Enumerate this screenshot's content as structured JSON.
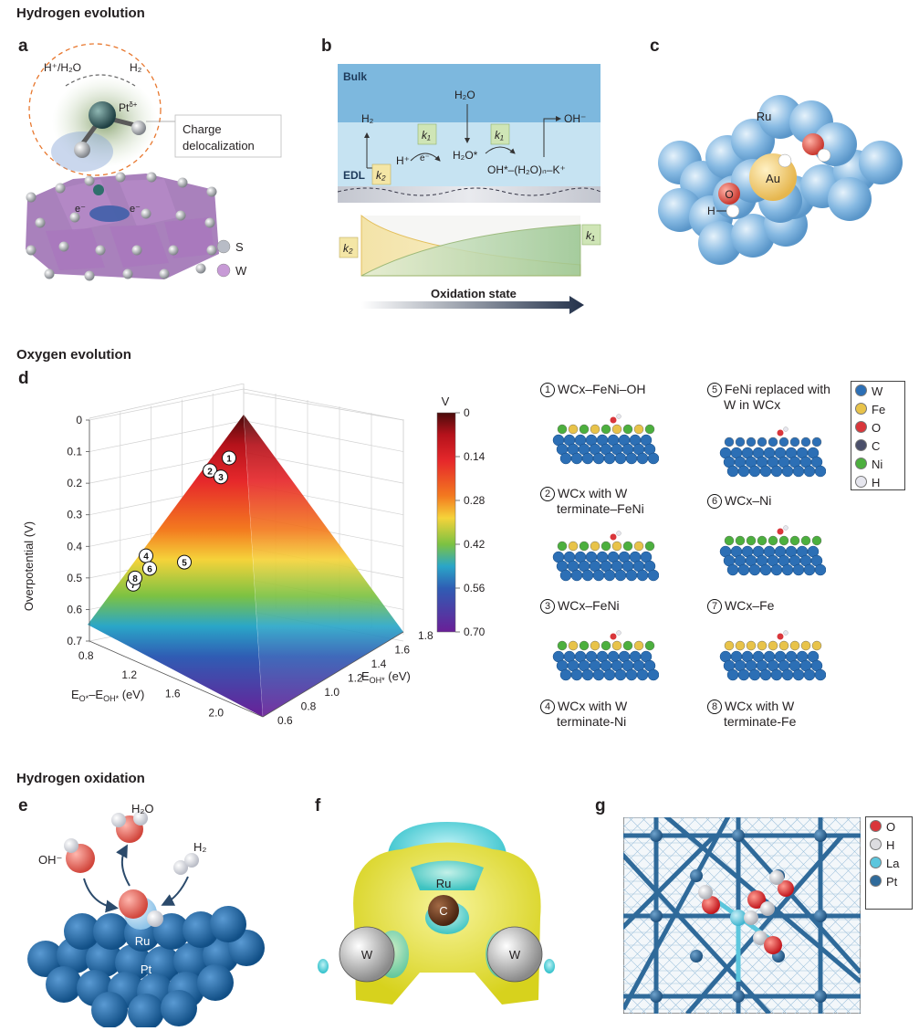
{
  "sections": {
    "hydrogen_evolution": "Hydrogen evolution",
    "oxygen_evolution": "Oxygen evolution",
    "hydrogen_oxidation": "Hydrogen oxidation"
  },
  "panel_labels": {
    "a": "a",
    "b": "b",
    "c": "c",
    "d": "d",
    "e": "e",
    "f": "f",
    "g": "g"
  },
  "panel_a": {
    "reactant": "H⁺/H₂O",
    "product": "H₂",
    "pt_label": "Pt",
    "pt_charge": "δ+",
    "electron": "e⁻",
    "callout_line1": "Charge",
    "callout_line2": "delocalization",
    "legend": [
      {
        "label": "S",
        "color": "#b8bcc6"
      },
      {
        "label": "W",
        "color": "#c79ad6"
      }
    ]
  },
  "panel_b": {
    "bulk": "Bulk",
    "edl": "EDL",
    "h2": "H₂",
    "h2o": "H₂O",
    "hplus": "H⁺",
    "electron": "e⁻",
    "h2o_star": "H₂O*",
    "oh_complex": "OH*–(H₂O)ₙ–K⁺",
    "oh_minus": "OH⁻",
    "k1": "k₁",
    "k2": "k₂",
    "axis_label": "Oxidation state"
  },
  "panel_c": {
    "ru": "Ru",
    "au": "Au",
    "o": "O",
    "h": "H"
  },
  "chart_data": {
    "type": "3d-surface",
    "zlabel": "Overpotential (V)",
    "xlabel": "EO*–EOH* (eV)",
    "ylabel": "EOH* (eV)",
    "z_ticks": [
      "0",
      "0.1",
      "0.2",
      "0.3",
      "0.4",
      "0.5",
      "0.6",
      "0.7"
    ],
    "x_ticks": [
      "0.8",
      "1.2",
      "1.6",
      "2.0"
    ],
    "y_ticks": [
      "0.6",
      "0.8",
      "1.0",
      "1.2",
      "1.4",
      "1.6",
      "1.8"
    ],
    "zlim": [
      0,
      0.7
    ],
    "colorbar": {
      "unit": "V",
      "ticks": [
        "0",
        "0.14",
        "0.28",
        "0.42",
        "0.56",
        "0.70"
      ]
    },
    "points": [
      {
        "id": "1",
        "overpotential": 0.12
      },
      {
        "id": "2",
        "overpotential": 0.16
      },
      {
        "id": "3",
        "overpotential": 0.18
      },
      {
        "id": "4",
        "overpotential": 0.43
      },
      {
        "id": "5",
        "overpotential": 0.45
      },
      {
        "id": "6",
        "overpotential": 0.47
      },
      {
        "id": "7",
        "overpotential": 0.52
      },
      {
        "id": "8",
        "overpotential": 0.5
      }
    ]
  },
  "catalysts": [
    {
      "num": "1",
      "line1": "WCx–FeNi–OH",
      "line2": ""
    },
    {
      "num": "2",
      "line1": "WCx with W",
      "line2": "terminate–FeNi"
    },
    {
      "num": "3",
      "line1": "WCx–FeNi",
      "line2": ""
    },
    {
      "num": "4",
      "line1": "WCx with W",
      "line2": "terminate-Ni"
    },
    {
      "num": "5",
      "line1": "FeNi replaced with",
      "line2": "W in WCx"
    },
    {
      "num": "6",
      "line1": "WCx–Ni",
      "line2": ""
    },
    {
      "num": "7",
      "line1": "WCx–Fe",
      "line2": ""
    },
    {
      "num": "8",
      "line1": "WCx with W",
      "line2": "terminate-Fe"
    }
  ],
  "legend_d": [
    {
      "label": "W",
      "color": "#2c6fb5"
    },
    {
      "label": "Fe",
      "color": "#e8c34a"
    },
    {
      "label": "O",
      "color": "#d9363b"
    },
    {
      "label": "C",
      "color": "#4a4f6a"
    },
    {
      "label": "Ni",
      "color": "#4caf3e"
    },
    {
      "label": "H",
      "color": "#e6e6ee"
    }
  ],
  "panel_e": {
    "h2o": "H₂O",
    "h2": "H₂",
    "oh": "OH⁻",
    "ru": "Ru",
    "pt": "Pt"
  },
  "panel_f": {
    "ru": "Ru",
    "c": "C",
    "w": "W"
  },
  "legend_g": [
    {
      "label": "O",
      "color": "#d9363b"
    },
    {
      "label": "H",
      "color": "#dcdce0"
    },
    {
      "label": "La",
      "color": "#5cc6dd"
    },
    {
      "label": "Pt",
      "color": "#2f6a9a"
    }
  ]
}
